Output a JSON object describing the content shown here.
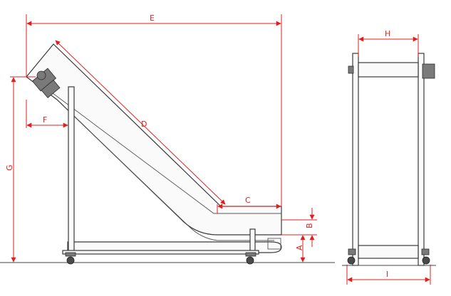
{
  "dimensions": {
    "A": "A",
    "B": "B",
    "C": "C",
    "D": "D",
    "E": "E",
    "F": "F",
    "G": "G",
    "H": "H",
    "I": "I"
  },
  "colors": {
    "dimension_line": "#e02020",
    "outline": "#3a3a3a"
  }
}
